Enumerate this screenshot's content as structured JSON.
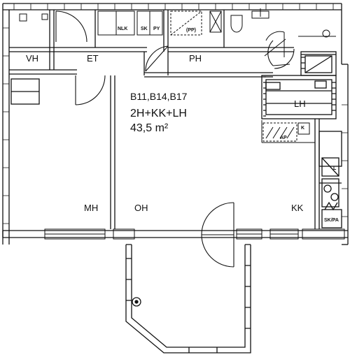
{
  "rooms": {
    "vh": "VH",
    "et": "ET",
    "ph": "PH",
    "lh": "LH",
    "mh": "MH",
    "oh": "OH",
    "kk": "KK"
  },
  "fixtures": {
    "nlk": "NLK",
    "sk": "SK",
    "py": "PY",
    "pp": "(PP)",
    "ap": "AP",
    "k": "K",
    "l": "L",
    "skpa": "SK/PA"
  },
  "info": {
    "units": "B11,B14,B17",
    "type": "2H+KK+LH",
    "area": "43,5 m²"
  }
}
